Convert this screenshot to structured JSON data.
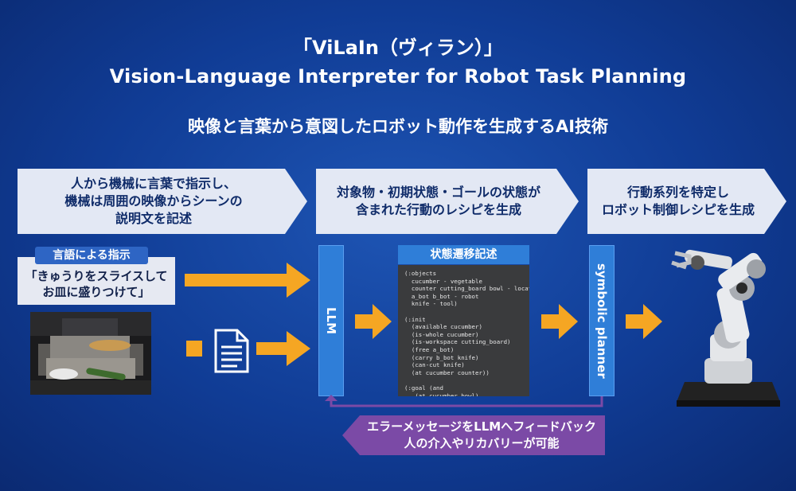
{
  "header": {
    "title": "「ViLaIn（ヴィラン）」",
    "subtitle_en": "Vision-Language Interpreter for Robot Task Planning",
    "subtitle_jp": "映像と言葉から意図したロボット動作を生成するAI技術"
  },
  "steps": [
    {
      "line1": "人から機械に言葉で指示し、",
      "line2": "機械は周囲の映像からシーンの",
      "line3": "説明文を記述"
    },
    {
      "line1": "対象物・初期状態・ゴールの状態が",
      "line2": "含まれた行動のレシピを生成"
    },
    {
      "line1": "行動系列を特定し",
      "line2": "ロボット制御レシピを生成"
    }
  ],
  "instruction": {
    "tag": "言語による指示",
    "line1": "「きゅうりをスライスして",
    "line2": "お皿に盛りつけて」"
  },
  "llm_label": "LLM",
  "planner_label": "symbolic planner",
  "state_title": "状態遷移記述",
  "code_text": "(:objects\n  cucumber - vegetable\n  counter cutting_board bowl - location\n  a_bot b_bot - robot\n  knife - tool)\n\n(:init\n  (available cucumber)\n  (is-whole cucumber)\n  (is-workspace cutting_board)\n  (free a_bot)\n  (carry b_bot knife)\n  (can-cut knife)\n  (at cucumber counter))\n\n(:goal (and\n   (at cucumber bowl)\n   (is-sliced cucumber)))",
  "feedback": {
    "line1": "エラーメッセージをLLMへフィードバック",
    "line2": "人の介入やリカバリーが可能"
  },
  "icons": [
    "document-icon",
    "robot-arm-icon",
    "arrow-right-icon"
  ],
  "colors": {
    "arrow": "#f5a623",
    "bar": "#2f7ed8",
    "feedback": "#7b4aa6",
    "chevron": "#e3e8f4"
  }
}
